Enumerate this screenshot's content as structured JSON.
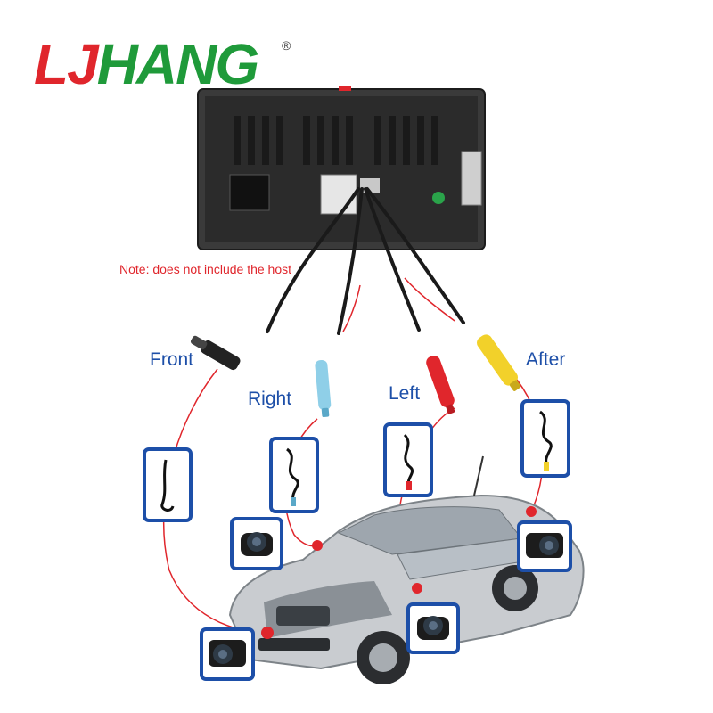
{
  "logo": {
    "text_red": "LJ",
    "text_green": "HANG",
    "registered": "®"
  },
  "note": "Note: does not include the host",
  "labels": {
    "front": "Front",
    "right": "Right",
    "left": "Left",
    "after": "After"
  },
  "colors": {
    "label_blue": "#1d4fa8",
    "note_red": "#e0262c",
    "logo_red": "#e0262c",
    "logo_green": "#1f9a3a",
    "wire_red": "#e0262c"
  },
  "icons": [
    "head-unit-image",
    "car-image",
    "camera-icon",
    "cable-icon",
    "connector-icon"
  ]
}
